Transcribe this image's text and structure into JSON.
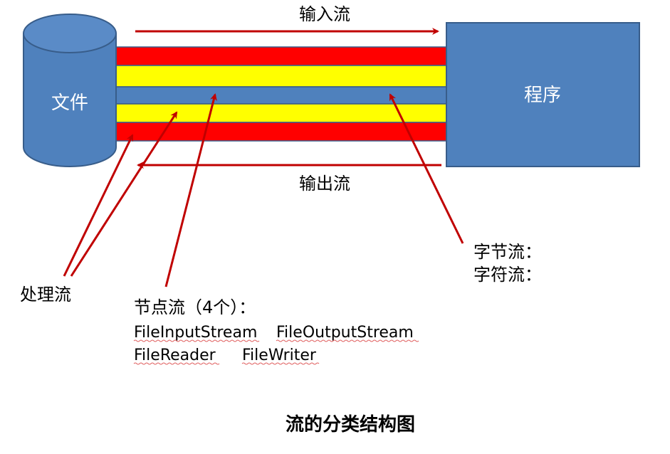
{
  "labels": {
    "file": "文件",
    "program": "程序",
    "input_stream": "输入流",
    "output_stream": "输出流",
    "byte_stream": "字节流：",
    "char_stream": "字符流：",
    "processing_stream": "处理流",
    "node_stream_title": "节点流（4个）：",
    "file_input_stream": "FileInputStream",
    "file_output_stream": "FileOutputStream",
    "file_reader": "FileReader",
    "file_writer": "FileWriter",
    "caption": "流的分类结构图"
  },
  "colors": {
    "shape_blue": "#4F81BD",
    "shape_border": "#385D8A",
    "band_red": "#FF0000",
    "band_yellow": "#FFFF00",
    "arrow_red": "#C00000",
    "squiggle": "#E06060"
  }
}
